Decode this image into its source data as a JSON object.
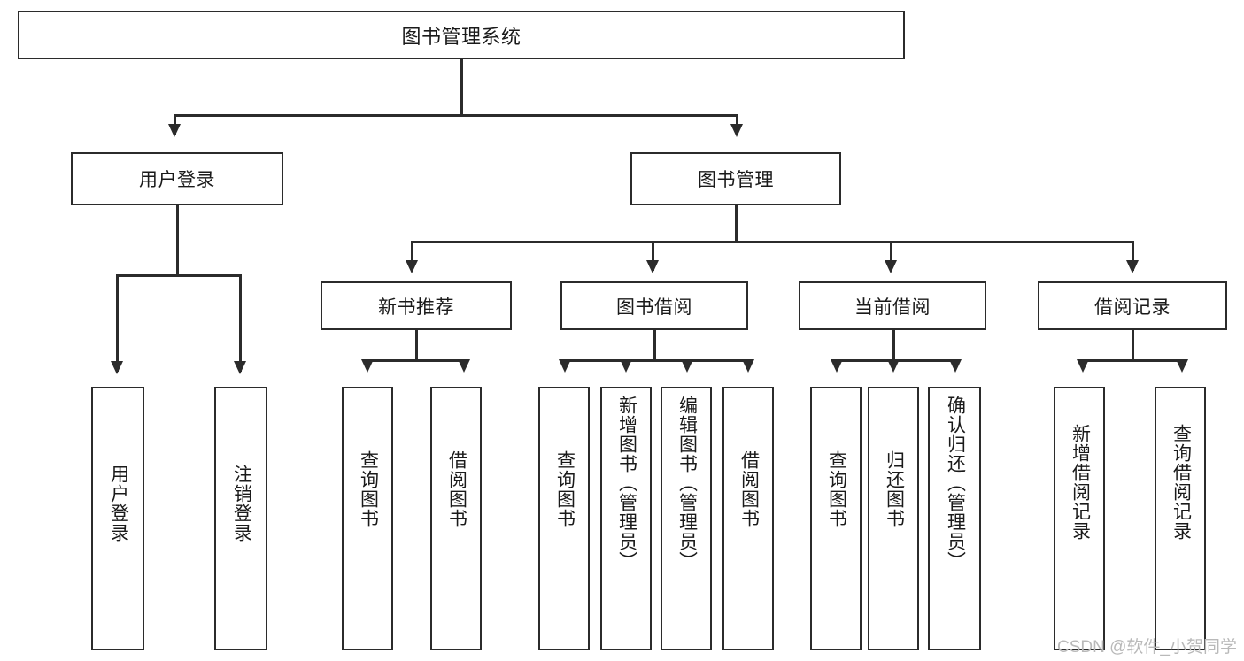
{
  "diagram": {
    "title": "图书管理系统",
    "type": "hierarchy-tree",
    "levels": 3,
    "root": {
      "label": "图书管理系统"
    },
    "level2": [
      {
        "label": "用户登录"
      },
      {
        "label": "图书管理"
      }
    ],
    "level3": [
      {
        "label": "新书推荐"
      },
      {
        "label": "图书借阅"
      },
      {
        "label": "当前借阅"
      },
      {
        "label": "借阅记录"
      }
    ],
    "leaves": {
      "user_login": [
        {
          "label": "用户登录"
        },
        {
          "label": "注销登录"
        }
      ],
      "new_book_recommend": [
        {
          "label": "查询图书"
        },
        {
          "label": "借阅图书"
        }
      ],
      "book_borrow": [
        {
          "label": "查询图书"
        },
        {
          "label": "新增图书（管理员）"
        },
        {
          "label": "编辑图书（管理员）"
        },
        {
          "label": "借阅图书"
        }
      ],
      "current_borrow": [
        {
          "label": "查询图书"
        },
        {
          "label": "归还图书"
        },
        {
          "label": "确认归还（管理员）"
        }
      ],
      "borrow_record": [
        {
          "label": "新增借阅记录"
        },
        {
          "label": "查询借阅记录"
        }
      ]
    }
  },
  "watermark": {
    "text": "CSDN @软件_小贺同学"
  },
  "colors": {
    "background": "#ffffff",
    "stroke": "#2b2b2b",
    "text": "#1a1a1a",
    "watermark": "#b9b9b9"
  }
}
